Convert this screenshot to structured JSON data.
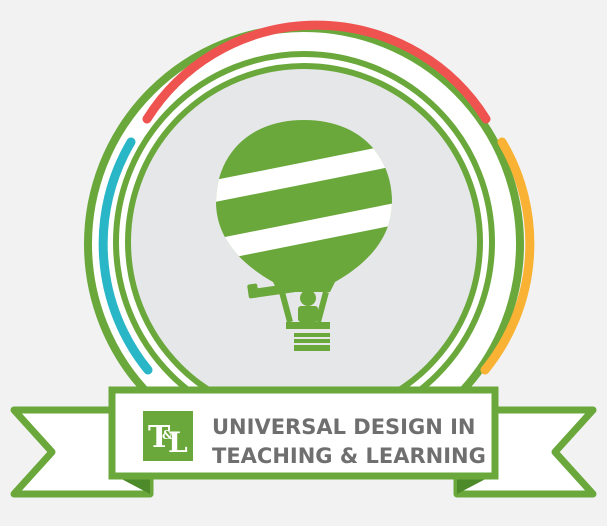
{
  "badge": {
    "title_line1": "UNIVERSAL DESIGN IN",
    "title_line2": "TEACHING & LEARNING",
    "logo": {
      "text_t": "T",
      "text_l": "L",
      "text_amp": "&",
      "icon": "tl-logo-icon"
    },
    "illustration": "hot-air-balloon-with-telescope-icon",
    "colors": {
      "background": "#f2f2f2",
      "primary_green": "#6aa83c",
      "inner_fill": "#e6e7e9",
      "arc_red": "#ef5350",
      "arc_teal": "#29b6c6",
      "arc_yellow": "#f9b233",
      "banner_fill": "#ffffff",
      "banner_text": "#6f6f6f"
    }
  }
}
